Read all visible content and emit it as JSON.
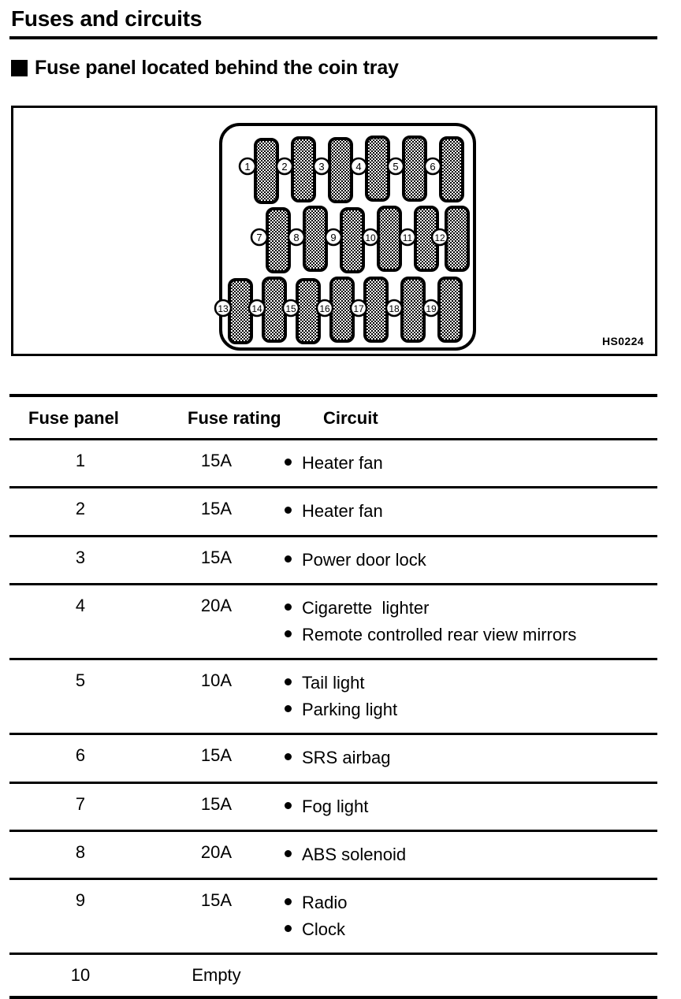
{
  "document": {
    "title": "Fuses and circuits",
    "section_heading": "Fuse panel located behind the coin tray"
  },
  "figure": {
    "code": "HS0224",
    "panel_label": "fuse-panel-diagram",
    "rows": [
      {
        "row": 1,
        "fuse_count": 6,
        "labels": [
          "1",
          "2",
          "3",
          "4",
          "5",
          "6"
        ]
      },
      {
        "row": 2,
        "fuse_count": 6,
        "labels": [
          "7",
          "8",
          "9",
          "10",
          "11",
          "12"
        ]
      },
      {
        "row": 3,
        "fuse_count": 7,
        "labels": [
          "13",
          "14",
          "15",
          "16",
          "17",
          "18",
          "19"
        ]
      }
    ]
  },
  "table": {
    "headers": {
      "panel": "Fuse panel",
      "rating": "Fuse rating",
      "circuit": "Circuit"
    },
    "rows": [
      {
        "panel": "1",
        "rating": "15A",
        "circuits": [
          "Heater fan"
        ]
      },
      {
        "panel": "2",
        "rating": "15A",
        "circuits": [
          "Heater fan"
        ]
      },
      {
        "panel": "3",
        "rating": "15A",
        "circuits": [
          "Power door lock"
        ]
      },
      {
        "panel": "4",
        "rating": "20A",
        "circuits": [
          "Cigarette  lighter",
          "Remote controlled rear view mirrors"
        ]
      },
      {
        "panel": "5",
        "rating": "10A",
        "circuits": [
          "Tail light",
          "Parking light"
        ]
      },
      {
        "panel": "6",
        "rating": "15A",
        "circuits": [
          "SRS airbag"
        ]
      },
      {
        "panel": "7",
        "rating": "15A",
        "circuits": [
          "Fog light"
        ]
      },
      {
        "panel": "8",
        "rating": "20A",
        "circuits": [
          "ABS solenoid"
        ]
      },
      {
        "panel": "9",
        "rating": "15A",
        "circuits": [
          "Radio",
          "Clock"
        ]
      },
      {
        "panel": "10",
        "rating": "Empty",
        "circuits": []
      }
    ]
  },
  "colors": {
    "ink": "#000000",
    "paper": "#ffffff"
  }
}
